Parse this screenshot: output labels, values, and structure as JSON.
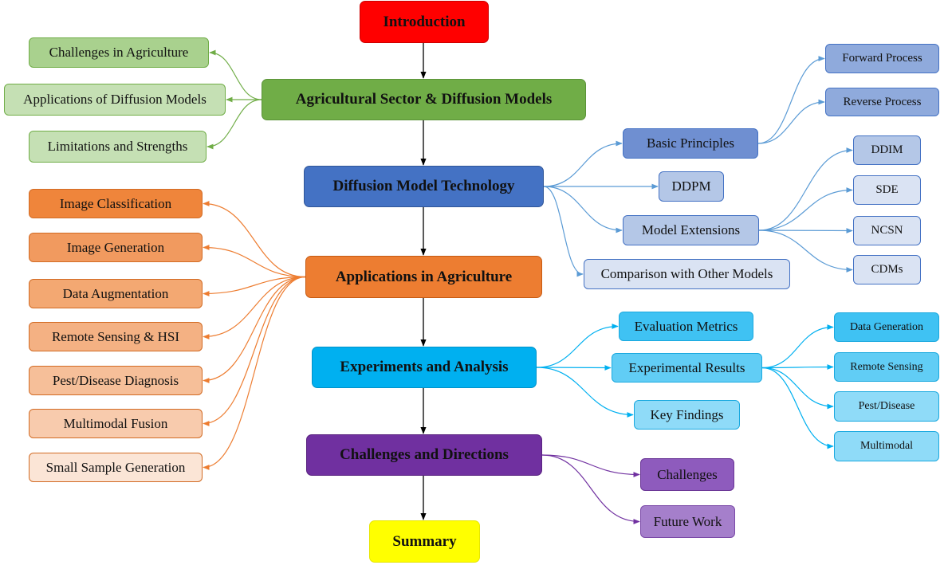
{
  "diagram": {
    "intro": "Introduction",
    "agri_sector": "Agricultural Sector & Diffusion Models",
    "agri_children": [
      "Challenges in Agriculture",
      "Applications of Diffusion Models",
      "Limitations and Strengths"
    ],
    "tech": "Diffusion Model Technology",
    "tech_children": [
      "Basic Principles",
      "DDPM",
      "Model Extensions",
      "Comparison with Other Models"
    ],
    "principles_children": [
      "Forward Process",
      "Reverse Process"
    ],
    "extension_children": [
      "DDIM",
      "SDE",
      "NCSN",
      "CDMs"
    ],
    "apps": "Applications in Agriculture",
    "apps_children": [
      "Image Classification",
      "Image Generation",
      "Data Augmentation",
      "Remote Sensing & HSI",
      "Pest/Disease Diagnosis",
      "Multimodal Fusion",
      "Small Sample Generation"
    ],
    "experiments": "Experiments and Analysis",
    "experiments_children": [
      "Evaluation Metrics",
      "Experimental Results",
      "Key Findings"
    ],
    "results_children": [
      "Data Generation",
      "Remote Sensing",
      "Pest/Disease",
      "Multimodal"
    ],
    "challenges": "Challenges and Directions",
    "challenges_children": [
      "Challenges",
      "Future Work"
    ],
    "summary": "Summary"
  },
  "colors": {
    "green_link": "#70ad47",
    "blue_link": "#5b9bd5",
    "orange_link": "#ed7d31",
    "cyan_link": "#00b0f0",
    "purple_link": "#7030a0",
    "spine": "#000000"
  }
}
